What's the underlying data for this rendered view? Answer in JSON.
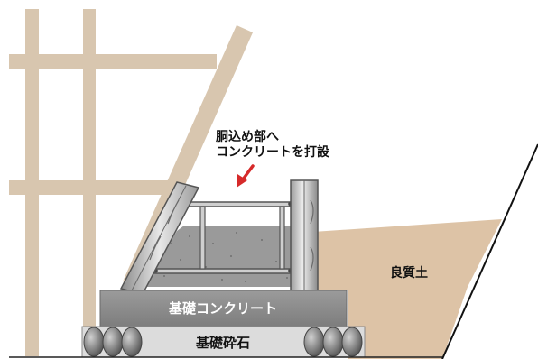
{
  "callout": {
    "line1": "胴込め部へ",
    "line2": "コンクリートを打設"
  },
  "labels": {
    "foundation_concrete": "基礎コンクリート",
    "foundation_gravel": "基礎砕石",
    "good_soil": "良質土"
  },
  "colors": {
    "scaffold": "#d8c6af",
    "soil": "#ddc3a6",
    "concrete_fill": "#9a9a9a",
    "foundation": "#8f8f8f",
    "gravel_base": "#dcdcdc",
    "arrow": "#d62a2a",
    "frame": "#555555"
  }
}
